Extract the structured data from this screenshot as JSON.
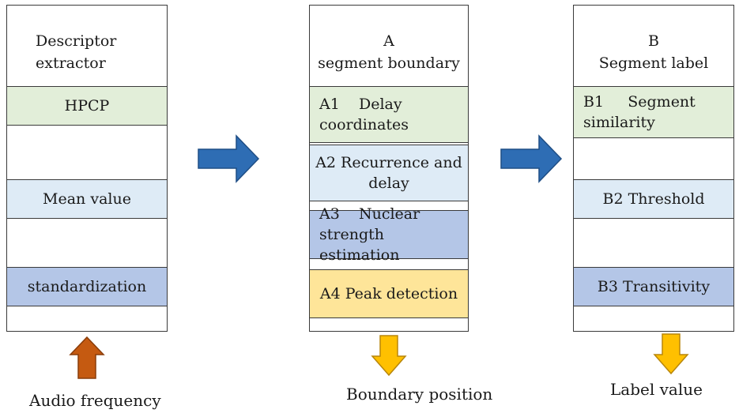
{
  "columns": {
    "descriptor": {
      "title_line1": "Descriptor",
      "title_line2": "extractor",
      "items": [
        {
          "label": "HPCP"
        },
        {
          "label": "Mean value"
        },
        {
          "label": "standardization"
        }
      ]
    },
    "segment_boundary": {
      "letter": "A",
      "title": "segment boundary",
      "items": [
        {
          "line1": "A1    Delay",
          "line2": "coordinates"
        },
        {
          "line1": "A2 Recurrence and",
          "line2": "delay"
        },
        {
          "line1": "A3    Nuclear",
          "line2": "strength estimation"
        },
        {
          "line1": "A4 Peak detection"
        }
      ]
    },
    "segment_label": {
      "letter": "B",
      "title": "Segment label",
      "items": [
        {
          "line1": "B1     Segment",
          "line2": "similarity"
        },
        {
          "line1": "B2 Threshold"
        },
        {
          "line1": "B3 Transitivity"
        }
      ]
    }
  },
  "captions": {
    "input": "Audio frequency",
    "boundary_output": "Boundary position",
    "label_output": "Label value"
  },
  "colors": {
    "green_band": "#e2eed9",
    "light_blue_band": "#deebf6",
    "blue_band": "#b4c6e7",
    "yellow_band": "#fee599",
    "flow_arrow": "#2e6db4",
    "input_arrow": "#c55a11",
    "output_arrow": "#ffc000"
  }
}
